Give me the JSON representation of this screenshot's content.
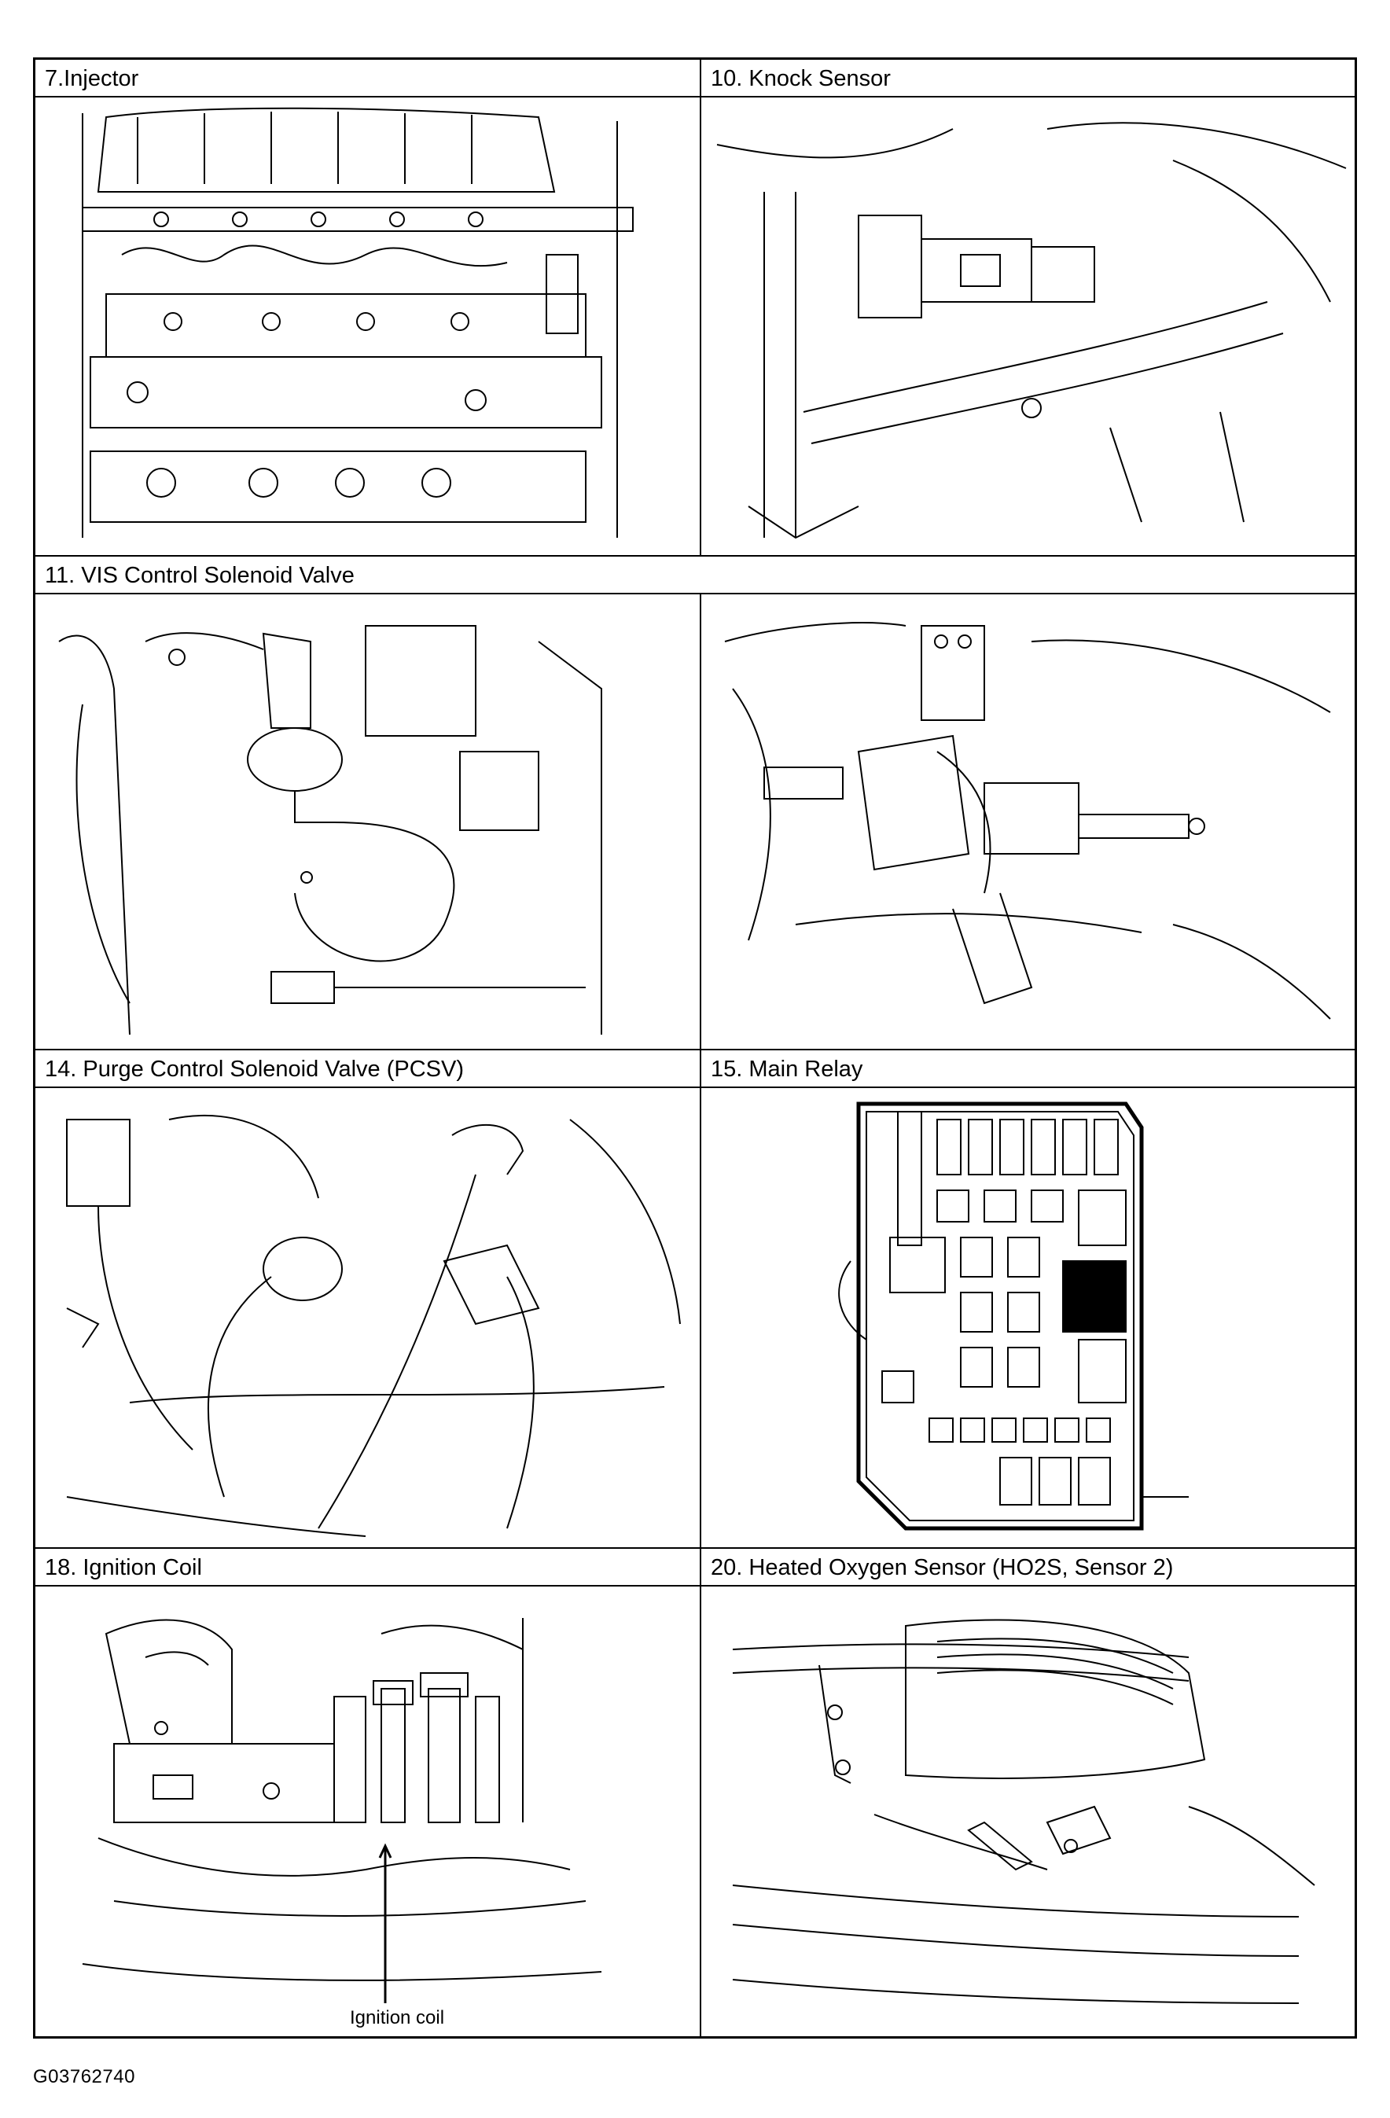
{
  "panels": {
    "injector": {
      "title": "7.Injector"
    },
    "knock_sensor": {
      "title": "10. Knock Sensor"
    },
    "vis_valve": {
      "title": "11. VIS Control Solenoid Valve"
    },
    "purge_valve": {
      "title": "14. Purge Control Solenoid Valve (PCSV)"
    },
    "main_relay": {
      "title": "15. Main Relay"
    },
    "ignition_coil": {
      "title": "18. Ignition Coil",
      "callout": "Ignition coil"
    },
    "oxygen_sensor": {
      "title": "20. Heated Oxygen Sensor (HO2S, Sensor 2)"
    }
  },
  "figure_code": "G03762740"
}
